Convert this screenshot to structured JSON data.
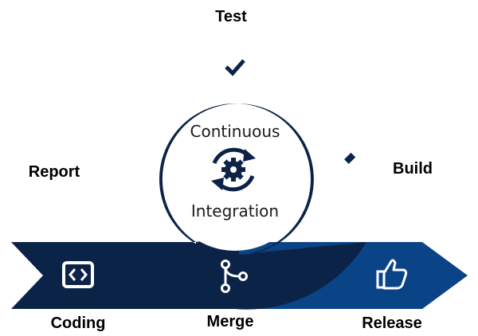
{
  "diagram": {
    "center": {
      "line1": "Continuous",
      "line2": "Integration"
    },
    "stages": {
      "test": {
        "label": "Test",
        "icon": "checkbox-icon"
      },
      "build": {
        "label": "Build",
        "icon": "wrench-icon"
      },
      "report": {
        "label": "Report",
        "icon": "pie-chart-icon"
      },
      "coding": {
        "label": "Coding",
        "icon": "code-brackets-icon"
      },
      "merge": {
        "label": "Merge",
        "icon": "git-merge-icon"
      },
      "release": {
        "label": "Release",
        "icon": "thumbs-up-icon"
      }
    },
    "colors": {
      "navy": "#0c2348",
      "blue": "#0a4487",
      "white": "#ffffff",
      "text": "#000000"
    }
  }
}
